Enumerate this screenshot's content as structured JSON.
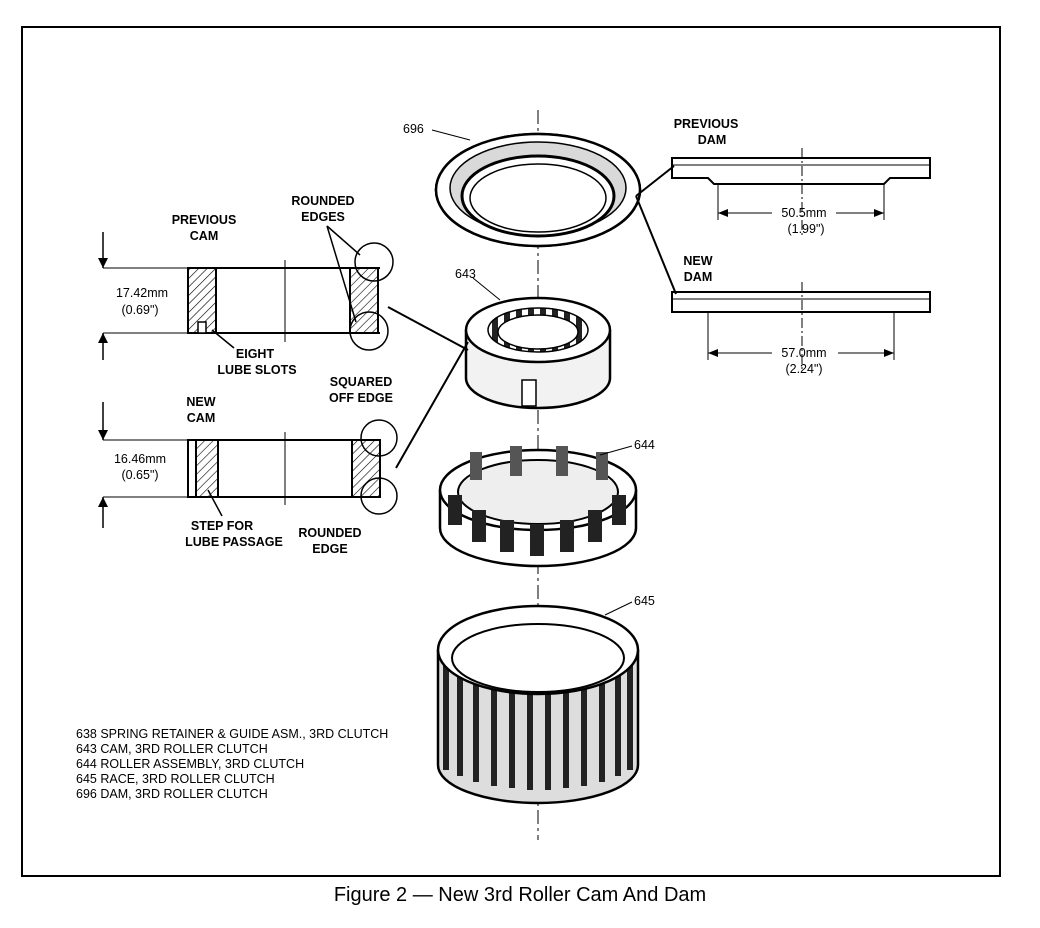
{
  "figure": {
    "caption": "Figure 2 — New 3rd Roller Cam And Dam"
  },
  "labels": {
    "previous_cam_line1": "PREVIOUS",
    "previous_cam_line2": "CAM",
    "new_cam_line1": "NEW",
    "new_cam_line2": "CAM",
    "rounded_edges_line1": "ROUNDED",
    "rounded_edges_line2": "EDGES",
    "eight_lube_slots_line1": "EIGHT",
    "eight_lube_slots_line2": "LUBE SLOTS",
    "squared_off_edge_line1": "SQUARED",
    "squared_off_edge_line2": "OFF EDGE",
    "step_for_lube_line1": "STEP FOR",
    "step_for_lube_line2": "LUBE PASSAGE",
    "rounded_edge_line1": "ROUNDED",
    "rounded_edge_line2": "EDGE",
    "previous_dam_line1": "PREVIOUS",
    "previous_dam_line2": "DAM",
    "new_dam_line1": "NEW",
    "new_dam_line2": "DAM"
  },
  "dimensions": {
    "previous_cam_mm": "17.42mm",
    "previous_cam_in": "(0.69\")",
    "new_cam_mm": "16.46mm",
    "new_cam_in": "(0.65\")",
    "previous_dam_mm": "50.5mm",
    "previous_dam_in": "(1.99\")",
    "new_dam_mm": "57.0mm",
    "new_dam_in": "(2.24\")"
  },
  "callouts": {
    "dam": "696",
    "cam": "643",
    "roller": "644",
    "race": "645"
  },
  "legend": [
    "638  SPRING RETAINER & GUIDE ASM., 3RD CLUTCH",
    "643  CAM, 3RD ROLLER CLUTCH",
    "644  ROLLER ASSEMBLY, 3RD CLUTCH",
    "645  RACE, 3RD ROLLER CLUTCH",
    "696  DAM, 3RD ROLLER CLUTCH"
  ]
}
